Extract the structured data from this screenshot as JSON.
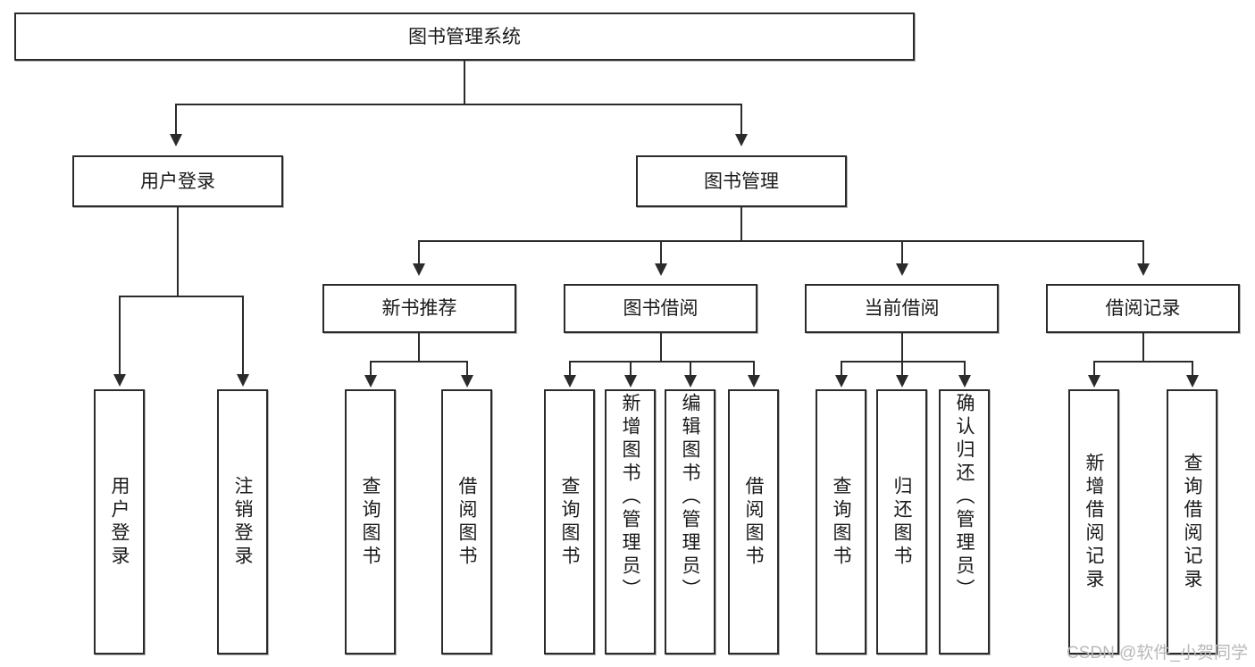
{
  "diagram": {
    "type": "tree-hierarchy-diagram",
    "title": "图书管理系统",
    "background_color": "#ffffff",
    "border_color": "#2b2b2b",
    "text_color": "#1a1a1a"
  },
  "root": {
    "label": "图书管理系统"
  },
  "level2": [
    {
      "id": "user-login",
      "label": "用户登录"
    },
    {
      "id": "book-management",
      "label": "图书管理"
    }
  ],
  "level3": [
    {
      "id": "new-book-recommend",
      "label": "新书推荐"
    },
    {
      "id": "book-borrow",
      "label": "图书借阅"
    },
    {
      "id": "current-borrow",
      "label": "当前借阅"
    },
    {
      "id": "borrow-record",
      "label": "借阅记录"
    }
  ],
  "leaves": {
    "user_login": [
      {
        "id": "leaf-user-login",
        "label": "用户登录"
      },
      {
        "id": "leaf-logout-login",
        "label": "注销登录"
      }
    ],
    "new_book_recommend": [
      {
        "id": "leaf-query-book-1",
        "label": "查询图书"
      },
      {
        "id": "leaf-borrow-book-1",
        "label": "借阅图书"
      }
    ],
    "book_borrow": [
      {
        "id": "leaf-query-book-2",
        "label": "查询图书"
      },
      {
        "id": "leaf-add-book",
        "label": "新增图书（管理员）"
      },
      {
        "id": "leaf-edit-book",
        "label": "编辑图书（管理员）"
      },
      {
        "id": "leaf-borrow-book-2",
        "label": "借阅图书"
      }
    ],
    "current_borrow": [
      {
        "id": "leaf-query-book-3",
        "label": "查询图书"
      },
      {
        "id": "leaf-return-book",
        "label": "归还图书"
      },
      {
        "id": "leaf-confirm-return",
        "label": "确认归还（管理员）"
      }
    ],
    "borrow_record": [
      {
        "id": "leaf-add-record",
        "label": "新增借阅记录"
      },
      {
        "id": "leaf-query-record",
        "label": "查询借阅记录"
      }
    ]
  },
  "watermark": {
    "text": "CSDN @软件_小贺同学"
  }
}
